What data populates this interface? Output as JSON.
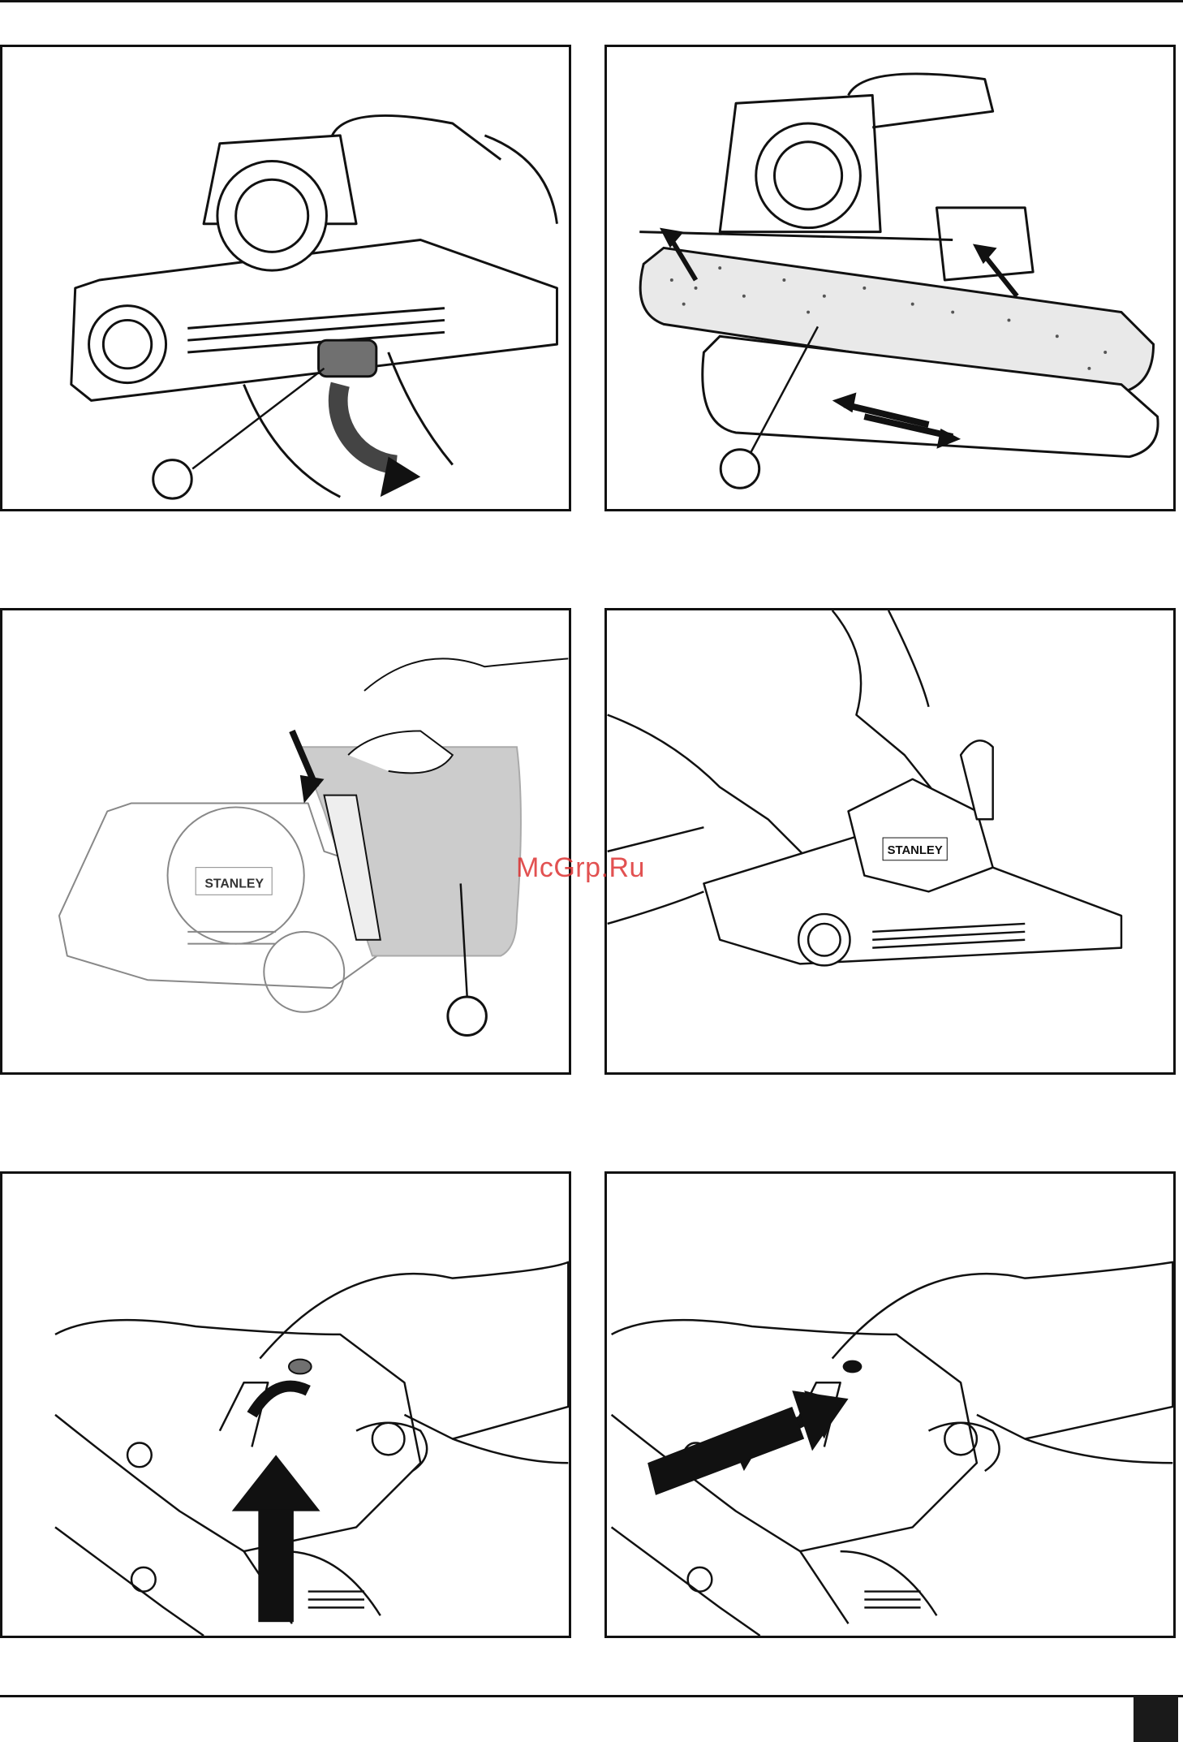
{
  "figures": [
    {
      "id": "fig-1",
      "callout": "",
      "brand": ""
    },
    {
      "id": "fig-2",
      "callout": "",
      "brand": ""
    },
    {
      "id": "fig-3",
      "callout": "",
      "brand": "STANLEY"
    },
    {
      "id": "fig-4",
      "callout": "",
      "brand": "STANLEY"
    },
    {
      "id": "fig-5",
      "callout": "",
      "brand": ""
    },
    {
      "id": "fig-6",
      "callout": "",
      "brand": ""
    }
  ],
  "watermark": "McGrp.Ru",
  "colors": {
    "ink": "#111111",
    "shade": "#c8c8c8",
    "lever": "#707070",
    "watermark": "#dd3333"
  },
  "page_tab": ""
}
